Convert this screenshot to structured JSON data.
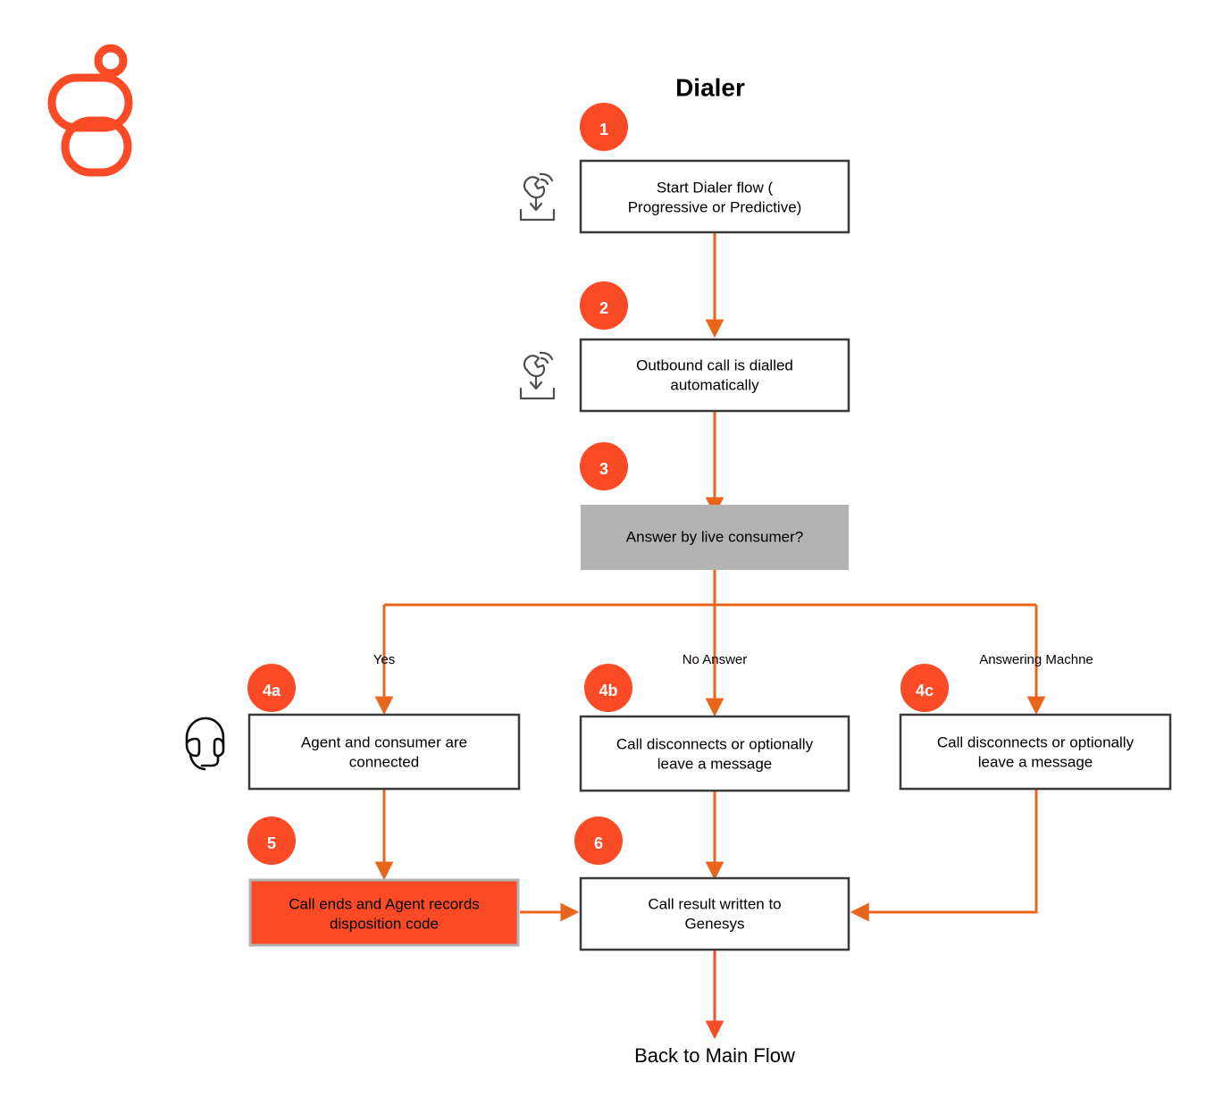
{
  "diagram": {
    "title": "Dialer",
    "terminal_label": "Back to Main Flow",
    "accent_color": "#FA4B26",
    "edge_color": "#E8651C",
    "decision_fill": "#B3B3B3",
    "box_border": "#3A3A3A"
  },
  "logo": {
    "name": "brand-logo",
    "color": "#FA4B26"
  },
  "nodes": {
    "n1": {
      "badge": "1",
      "text_line1": "Start Dialer flow (",
      "text_line2": "Progressive or Predictive)",
      "icon": "incoming-call-icon"
    },
    "n2": {
      "badge": "2",
      "text_line1": "Outbound call is dialled",
      "text_line2": "automatically",
      "icon": "incoming-call-icon"
    },
    "n3": {
      "badge": "3",
      "text_line1": "Answer by live consumer?",
      "text_line2": "",
      "icon": ""
    },
    "n4a": {
      "badge": "4a",
      "text_line1": "Agent and consumer are",
      "text_line2": "connected",
      "icon": "headset-icon"
    },
    "n4b": {
      "badge": "4b",
      "text_line1": "Call disconnects or optionally",
      "text_line2": "leave a message",
      "icon": ""
    },
    "n4c": {
      "badge": "4c",
      "text_line1": "Call disconnects or optionally",
      "text_line2": "leave a message",
      "icon": ""
    },
    "n5": {
      "badge": "5",
      "text_line1": "Call ends and Agent records",
      "text_line2": "disposition code",
      "icon": ""
    },
    "n6": {
      "badge": "6",
      "text_line1": "Call result written to",
      "text_line2": "Genesys",
      "icon": ""
    }
  },
  "edge_labels": {
    "yes": "Yes",
    "no_answer": "No Answer",
    "answering_machine": "Answering Machne"
  }
}
